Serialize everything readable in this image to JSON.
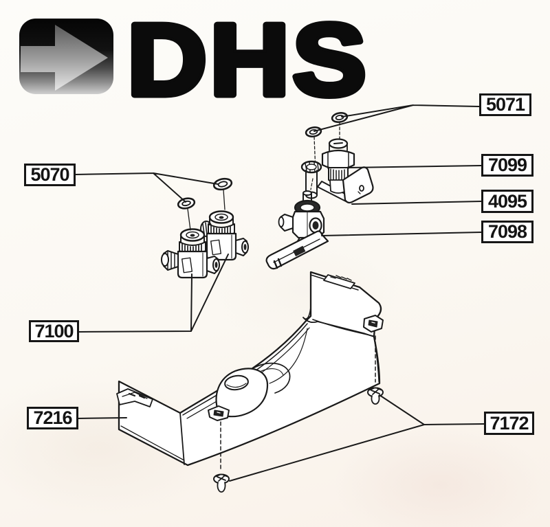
{
  "logo": {
    "brand": "DHS",
    "icon": "right-arrow"
  },
  "colors": {
    "ink": "#1a1a1a",
    "background": "#fbf8f2",
    "label_background": "#ffffff",
    "label_border": "#161616",
    "logo_block_top": "#050505",
    "logo_block_bottom": "#cfcfcf",
    "arrow_top": "#5a5a5a",
    "arrow_bottom": "#e8e8e8"
  },
  "part_labels": {
    "l5070": {
      "text": "5070"
    },
    "l5071": {
      "text": "5071"
    },
    "l7099": {
      "text": "7099"
    },
    "l4095": {
      "text": "4095"
    },
    "l7098": {
      "text": "7098"
    },
    "l7100": {
      "text": "7100"
    },
    "l7216": {
      "text": "7216"
    },
    "l7172": {
      "text": "7172"
    }
  }
}
